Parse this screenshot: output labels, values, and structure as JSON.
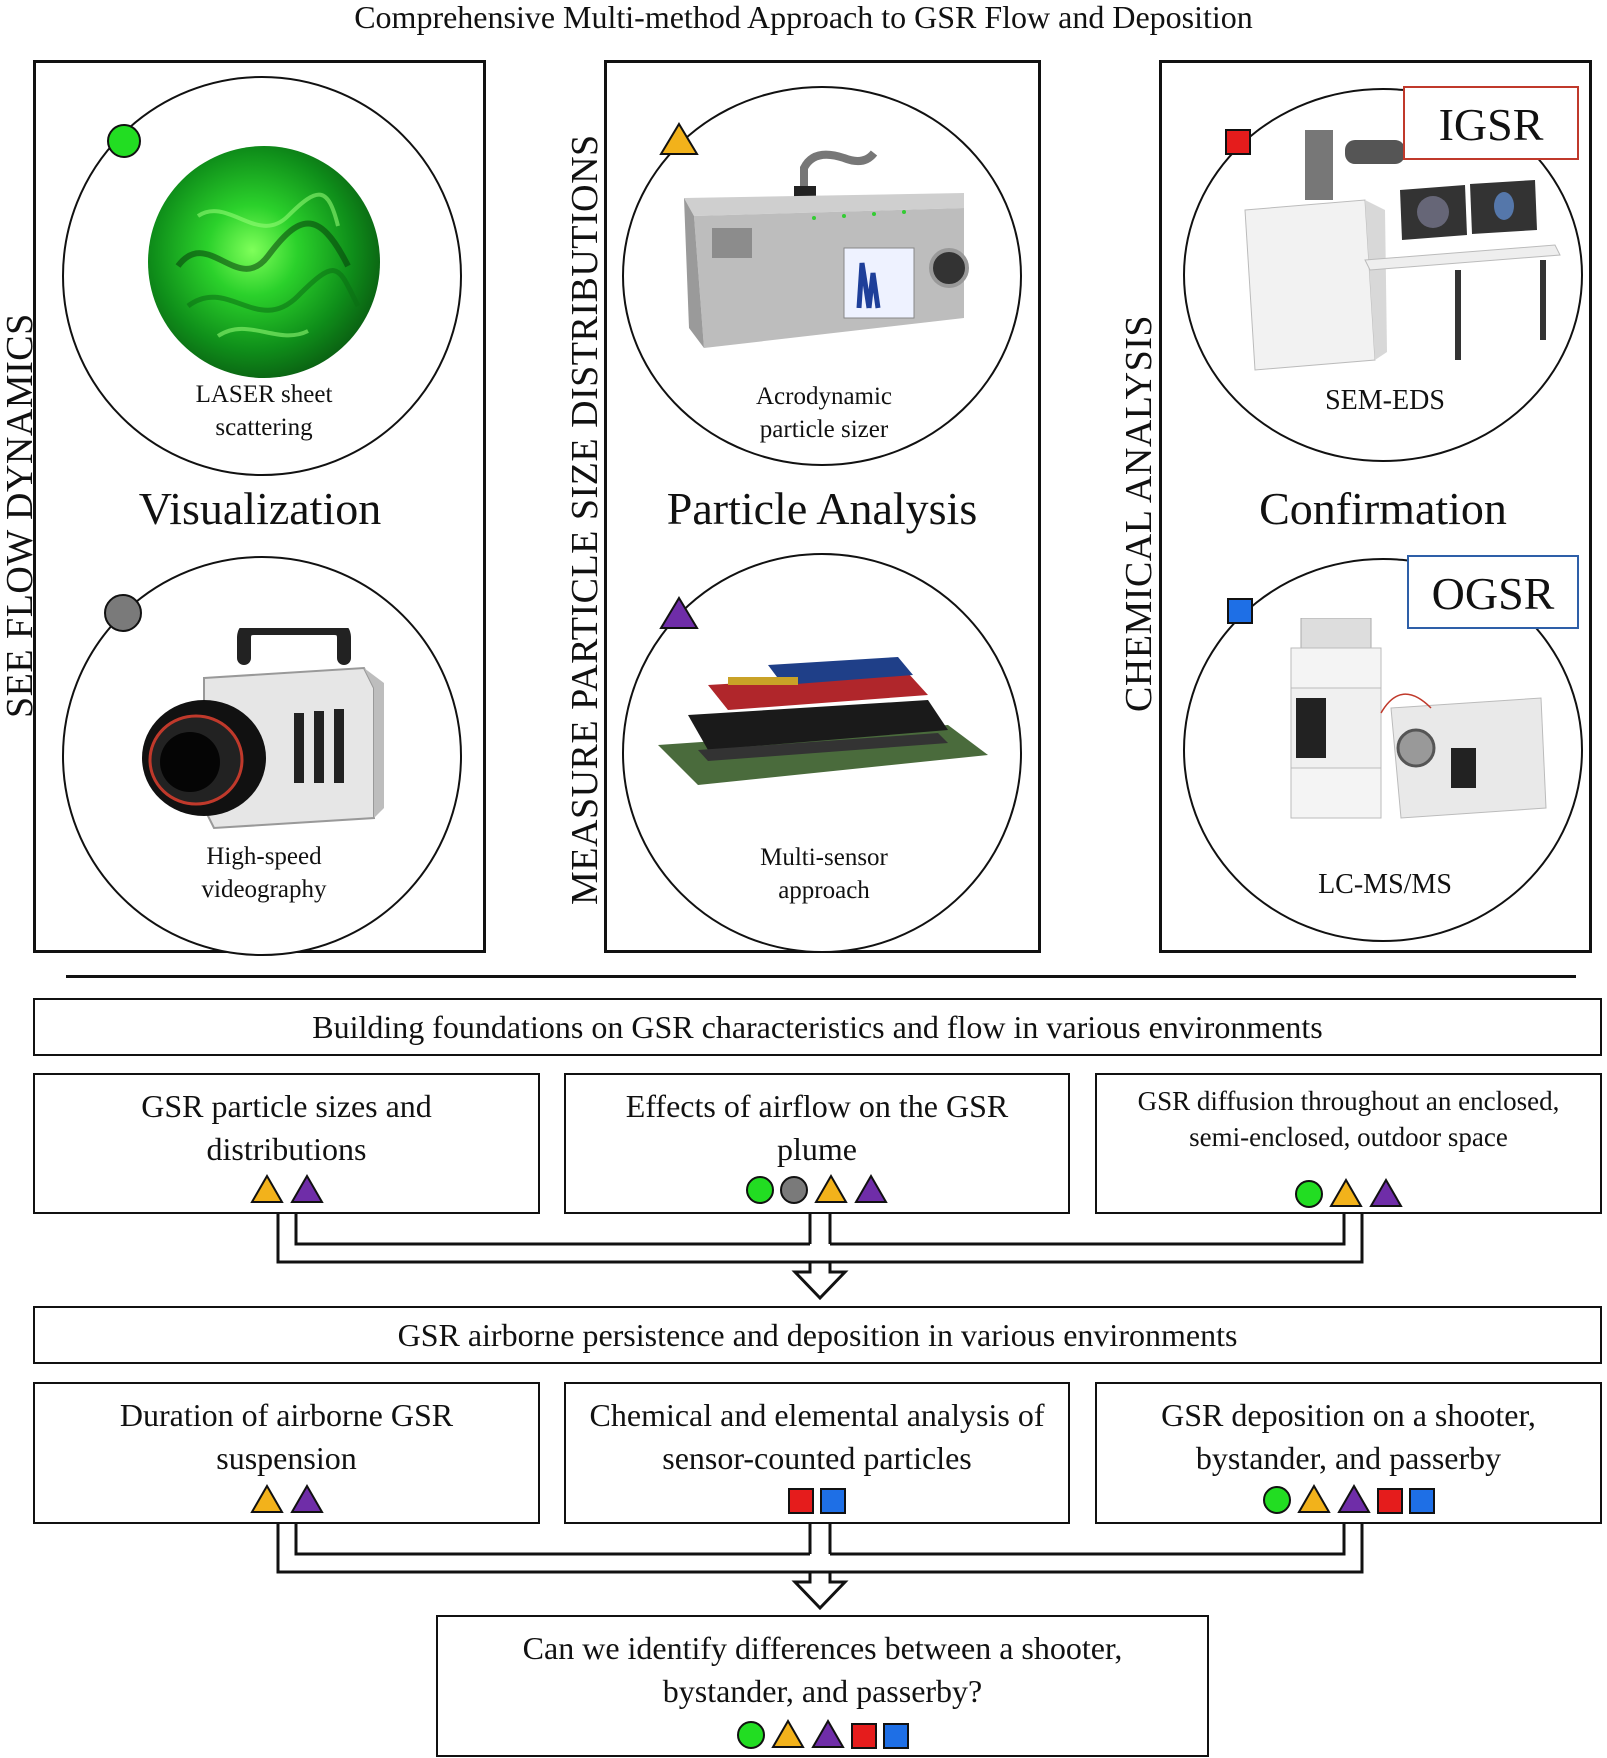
{
  "title": "Comprehensive Multi-method Approach to GSR Flow and Deposition",
  "colors": {
    "green": "#22dd22",
    "gray": "#7a7a7a",
    "yellow": "#f2b21b",
    "purple": "#6f2da8",
    "red": "#e51c1c",
    "blue": "#1e6fe6",
    "igsr_border": "#c0392b",
    "ogsr_border": "#2e5fa8"
  },
  "panels": {
    "left": {
      "side_label": "SEE FLOW DYNAMICS",
      "heading": "Visualization",
      "top_caption": "LASER sheet scattering",
      "top_marker": "green-circle",
      "bottom_caption": "High-speed videography",
      "bottom_marker": "gray-circle"
    },
    "middle": {
      "side_label": "MEASURE PARTICLE SIZE DISTRIBUTIONS",
      "heading": "Particle Analysis",
      "top_caption": "Acrodynamic particle sizer",
      "top_marker": "yellow-triangle",
      "bottom_caption": "Multi-sensor approach",
      "bottom_marker": "purple-triangle"
    },
    "right": {
      "side_label": "CHEMICAL ANALYSIS",
      "heading": "Confirmation",
      "top_caption": "SEM-EDS",
      "top_tag": "IGSR",
      "top_marker": "red-square",
      "bottom_caption": "LC-MS/MS",
      "bottom_tag": "OGSR",
      "bottom_marker": "blue-square"
    }
  },
  "flow": {
    "stage1": {
      "header": "Building foundations on GSR characteristics and flow in various environments",
      "boxes": [
        {
          "text": "GSR particle sizes and distributions",
          "markers": [
            "yellow-triangle",
            "purple-triangle"
          ]
        },
        {
          "text": "Effects of airflow on the GSR plume",
          "markers": [
            "green-circle",
            "gray-circle",
            "yellow-triangle",
            "purple-triangle"
          ]
        },
        {
          "text": "GSR diffusion throughout an enclosed, semi-enclosed, outdoor space",
          "markers": [
            "green-circle",
            "yellow-triangle",
            "purple-triangle"
          ]
        }
      ]
    },
    "stage2": {
      "header": "GSR airborne persistence and deposition in various environments",
      "boxes": [
        {
          "text": "Duration of airborne GSR suspension",
          "markers": [
            "yellow-triangle",
            "purple-triangle"
          ]
        },
        {
          "text": "Chemical and elemental analysis of sensor-counted particles",
          "markers": [
            "red-square",
            "blue-square"
          ]
        },
        {
          "text": "GSR deposition on a shooter, bystander, and passerby",
          "markers": [
            "green-circle",
            "yellow-triangle",
            "purple-triangle",
            "red-square",
            "blue-square"
          ]
        }
      ]
    },
    "final": {
      "text": "Can we identify differences between a shooter, bystander, and passerby?",
      "markers": [
        "green-circle",
        "yellow-triangle",
        "purple-triangle",
        "red-square",
        "blue-square"
      ]
    }
  }
}
